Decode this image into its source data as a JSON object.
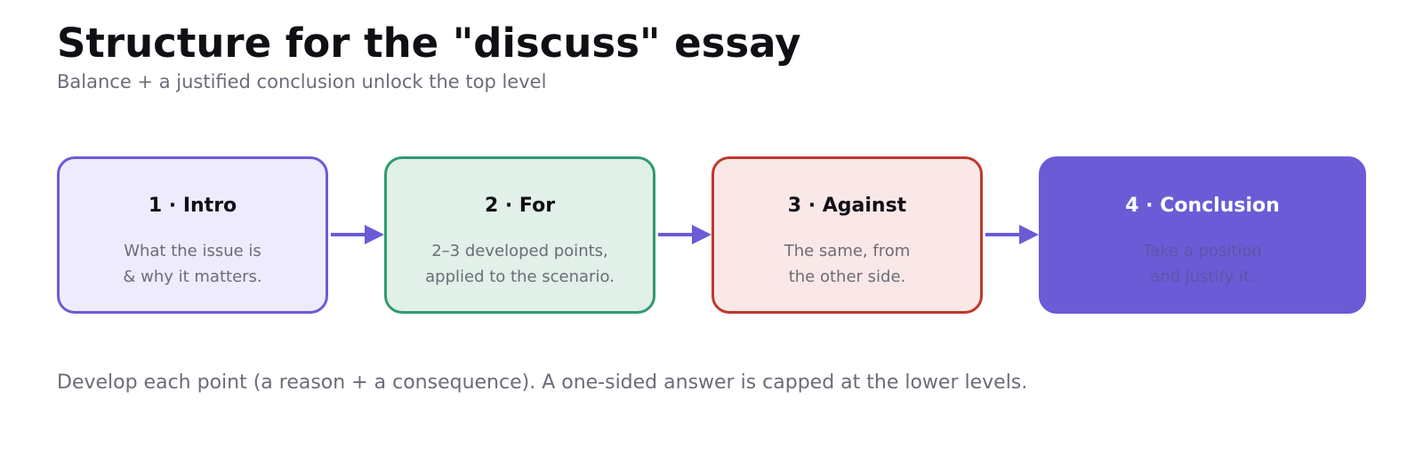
{
  "header": {
    "title": "Structure for the \"discuss\" essay",
    "subtitle": "Balance + a justified conclusion unlock the top level"
  },
  "steps": [
    {
      "title": "1 · Intro",
      "desc_lines": [
        "What the issue is",
        "& why it matters."
      ],
      "fill": "#efebff",
      "border": "#6b5bd6",
      "title_color": "#111117",
      "desc_color": "#6c6c78"
    },
    {
      "title": "2 · For",
      "desc_lines": [
        "2–3 developed points,",
        "applied to the scenario."
      ],
      "fill": "#e1f0e8",
      "border": "#2f9a72",
      "title_color": "#111117",
      "desc_color": "#6c6c78"
    },
    {
      "title": "3 · Against",
      "desc_lines": [
        "The same, from",
        "the other side."
      ],
      "fill": "#f9e8e7",
      "border": "#c0392b",
      "title_color": "#111117",
      "desc_color": "#6c6c78"
    },
    {
      "title": "4 · Conclusion",
      "desc_lines": [
        "Take a position",
        "and justify it."
      ],
      "fill": "#6b5bd6",
      "border": "#6b5bd6",
      "title_color": "#ffffff",
      "desc_color": "#5e55a8"
    }
  ],
  "arrow_color": "#6b5bd6",
  "footer": "Develop each point (a reason + a consequence). A one-sided answer is capped at the lower levels."
}
